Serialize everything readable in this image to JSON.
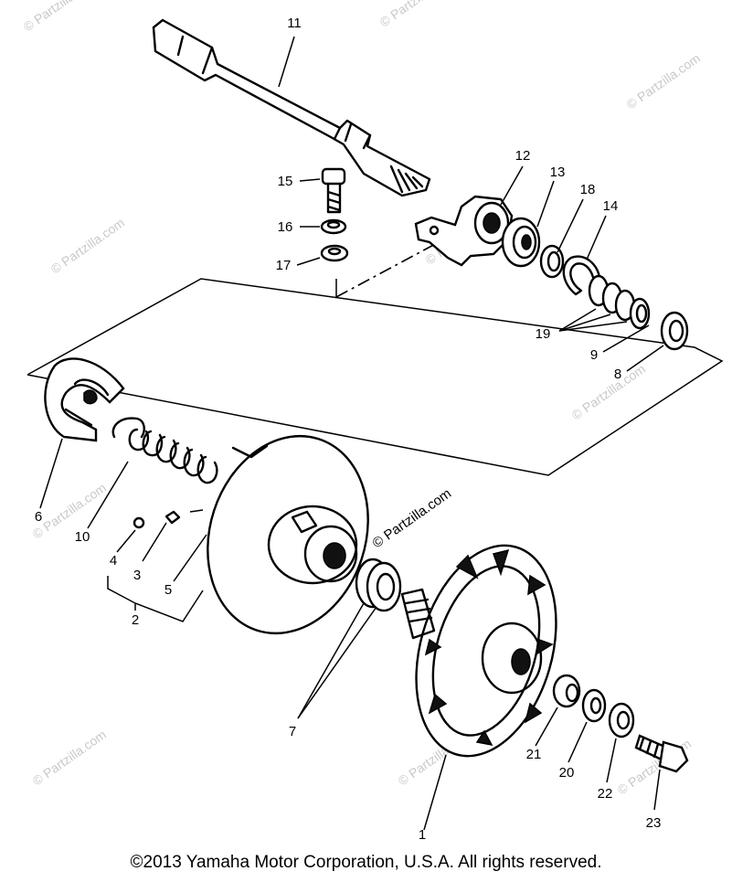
{
  "watermark": "© Partzilla.com",
  "copyright": "©2013 Yamaha Motor Corporation, U.S.A. All rights reserved.",
  "callouts": {
    "p1": "1",
    "p2": "2",
    "p3": "3",
    "p4": "4",
    "p5": "5",
    "p6": "6",
    "p7": "7",
    "p8": "8",
    "p9": "9",
    "p10": "10",
    "p11": "11",
    "p12": "12",
    "p13": "13",
    "p14": "14",
    "p15": "15",
    "p16": "16",
    "p17": "17",
    "p18": "18",
    "p19": "19",
    "p20": "20",
    "p21": "21",
    "p22": "22",
    "p23": "23"
  }
}
